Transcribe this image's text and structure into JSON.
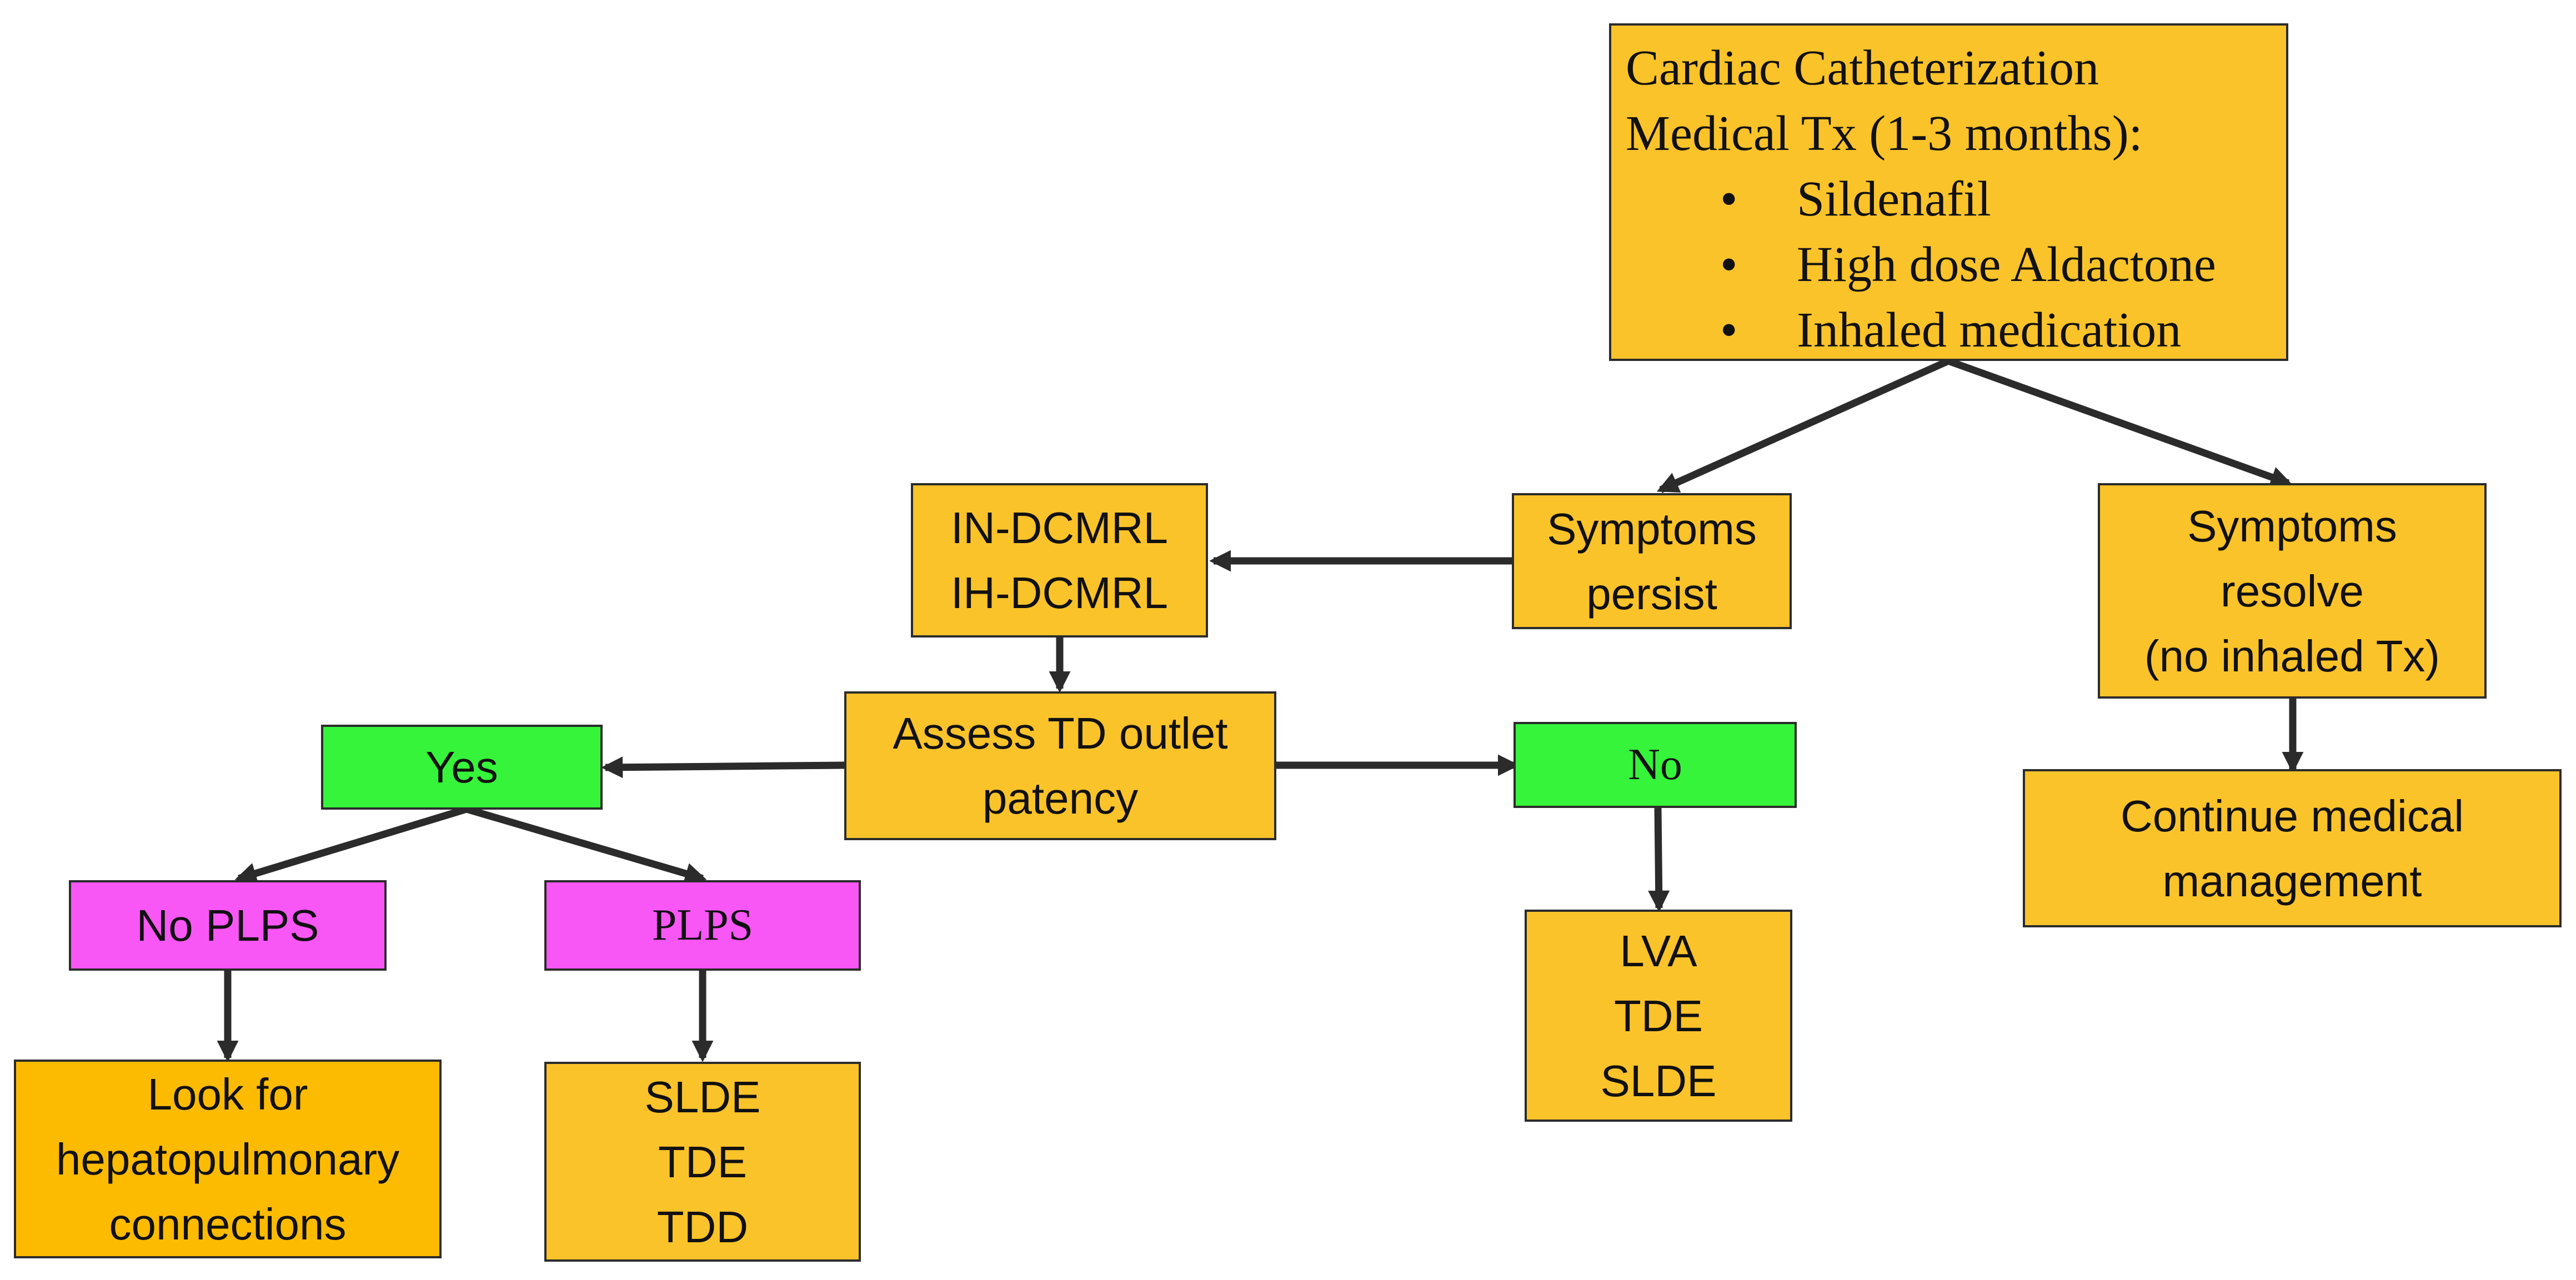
{
  "colors": {
    "box_orange": "#FBC32A",
    "box_orange_dark": "#FDBB00",
    "box_green": "#35F43A",
    "box_magenta": "#F956F6",
    "border": "#2b2b2b",
    "arrow": "#2b2b2b"
  },
  "start": {
    "title": "Cardiac Catheterization",
    "subtitle": "Medical Tx (1-3 months):",
    "items": [
      "Sildenafil",
      "High dose Aldactone",
      "Inhaled medication"
    ]
  },
  "symptoms_persist": {
    "lines": [
      "Symptoms",
      "persist"
    ]
  },
  "symptoms_resolve": {
    "lines": [
      "Symptoms",
      "resolve",
      "(no inhaled Tx)"
    ]
  },
  "continue_medical": {
    "lines": [
      "Continue medical",
      "management"
    ]
  },
  "dcmrl": {
    "lines": [
      "IN-DCMRL",
      "IH-DCMRL"
    ]
  },
  "assess": {
    "lines": [
      "Assess TD outlet",
      "patency"
    ]
  },
  "yes": {
    "label": "Yes"
  },
  "no": {
    "label": "No"
  },
  "no_plps": {
    "label": "No PLPS"
  },
  "plps": {
    "label": "PLPS"
  },
  "hepatopulmonary": {
    "lines": [
      "Look for",
      "hepatopulmonary",
      "connections"
    ]
  },
  "plps_outcome": {
    "lines": [
      "SLDE",
      "TDE",
      "TDD"
    ]
  },
  "no_outcome": {
    "lines": [
      "LVA",
      "TDE",
      "SLDE"
    ]
  }
}
